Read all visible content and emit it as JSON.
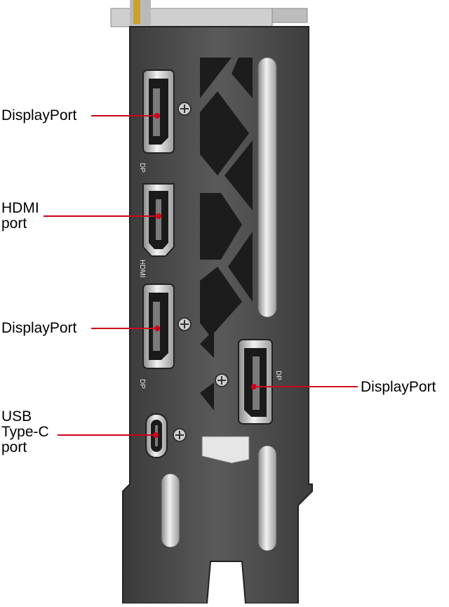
{
  "colors": {
    "background": "#ffffff",
    "bracket": "#4a4a4a",
    "bracket_dark": "#2a2a2a",
    "port_metal": "#d9d9d9",
    "leader_line": "#d0021b",
    "text": "#000000",
    "gold_contact": "#c9a227"
  },
  "labels": {
    "dp_top": "DisplayPort",
    "hdmi_line1": "HDMI",
    "hdmi_line2": "port",
    "dp_mid": "DisplayPort",
    "dp_right": "DisplayPort",
    "usbc_line1": "USB",
    "usbc_line2": "Type-C",
    "usbc_line3": "port"
  },
  "bracket_marks": {
    "dp_top": "DP",
    "hdmi": "HDMI",
    "dp_mid": "DP",
    "dp_right": "DP"
  }
}
